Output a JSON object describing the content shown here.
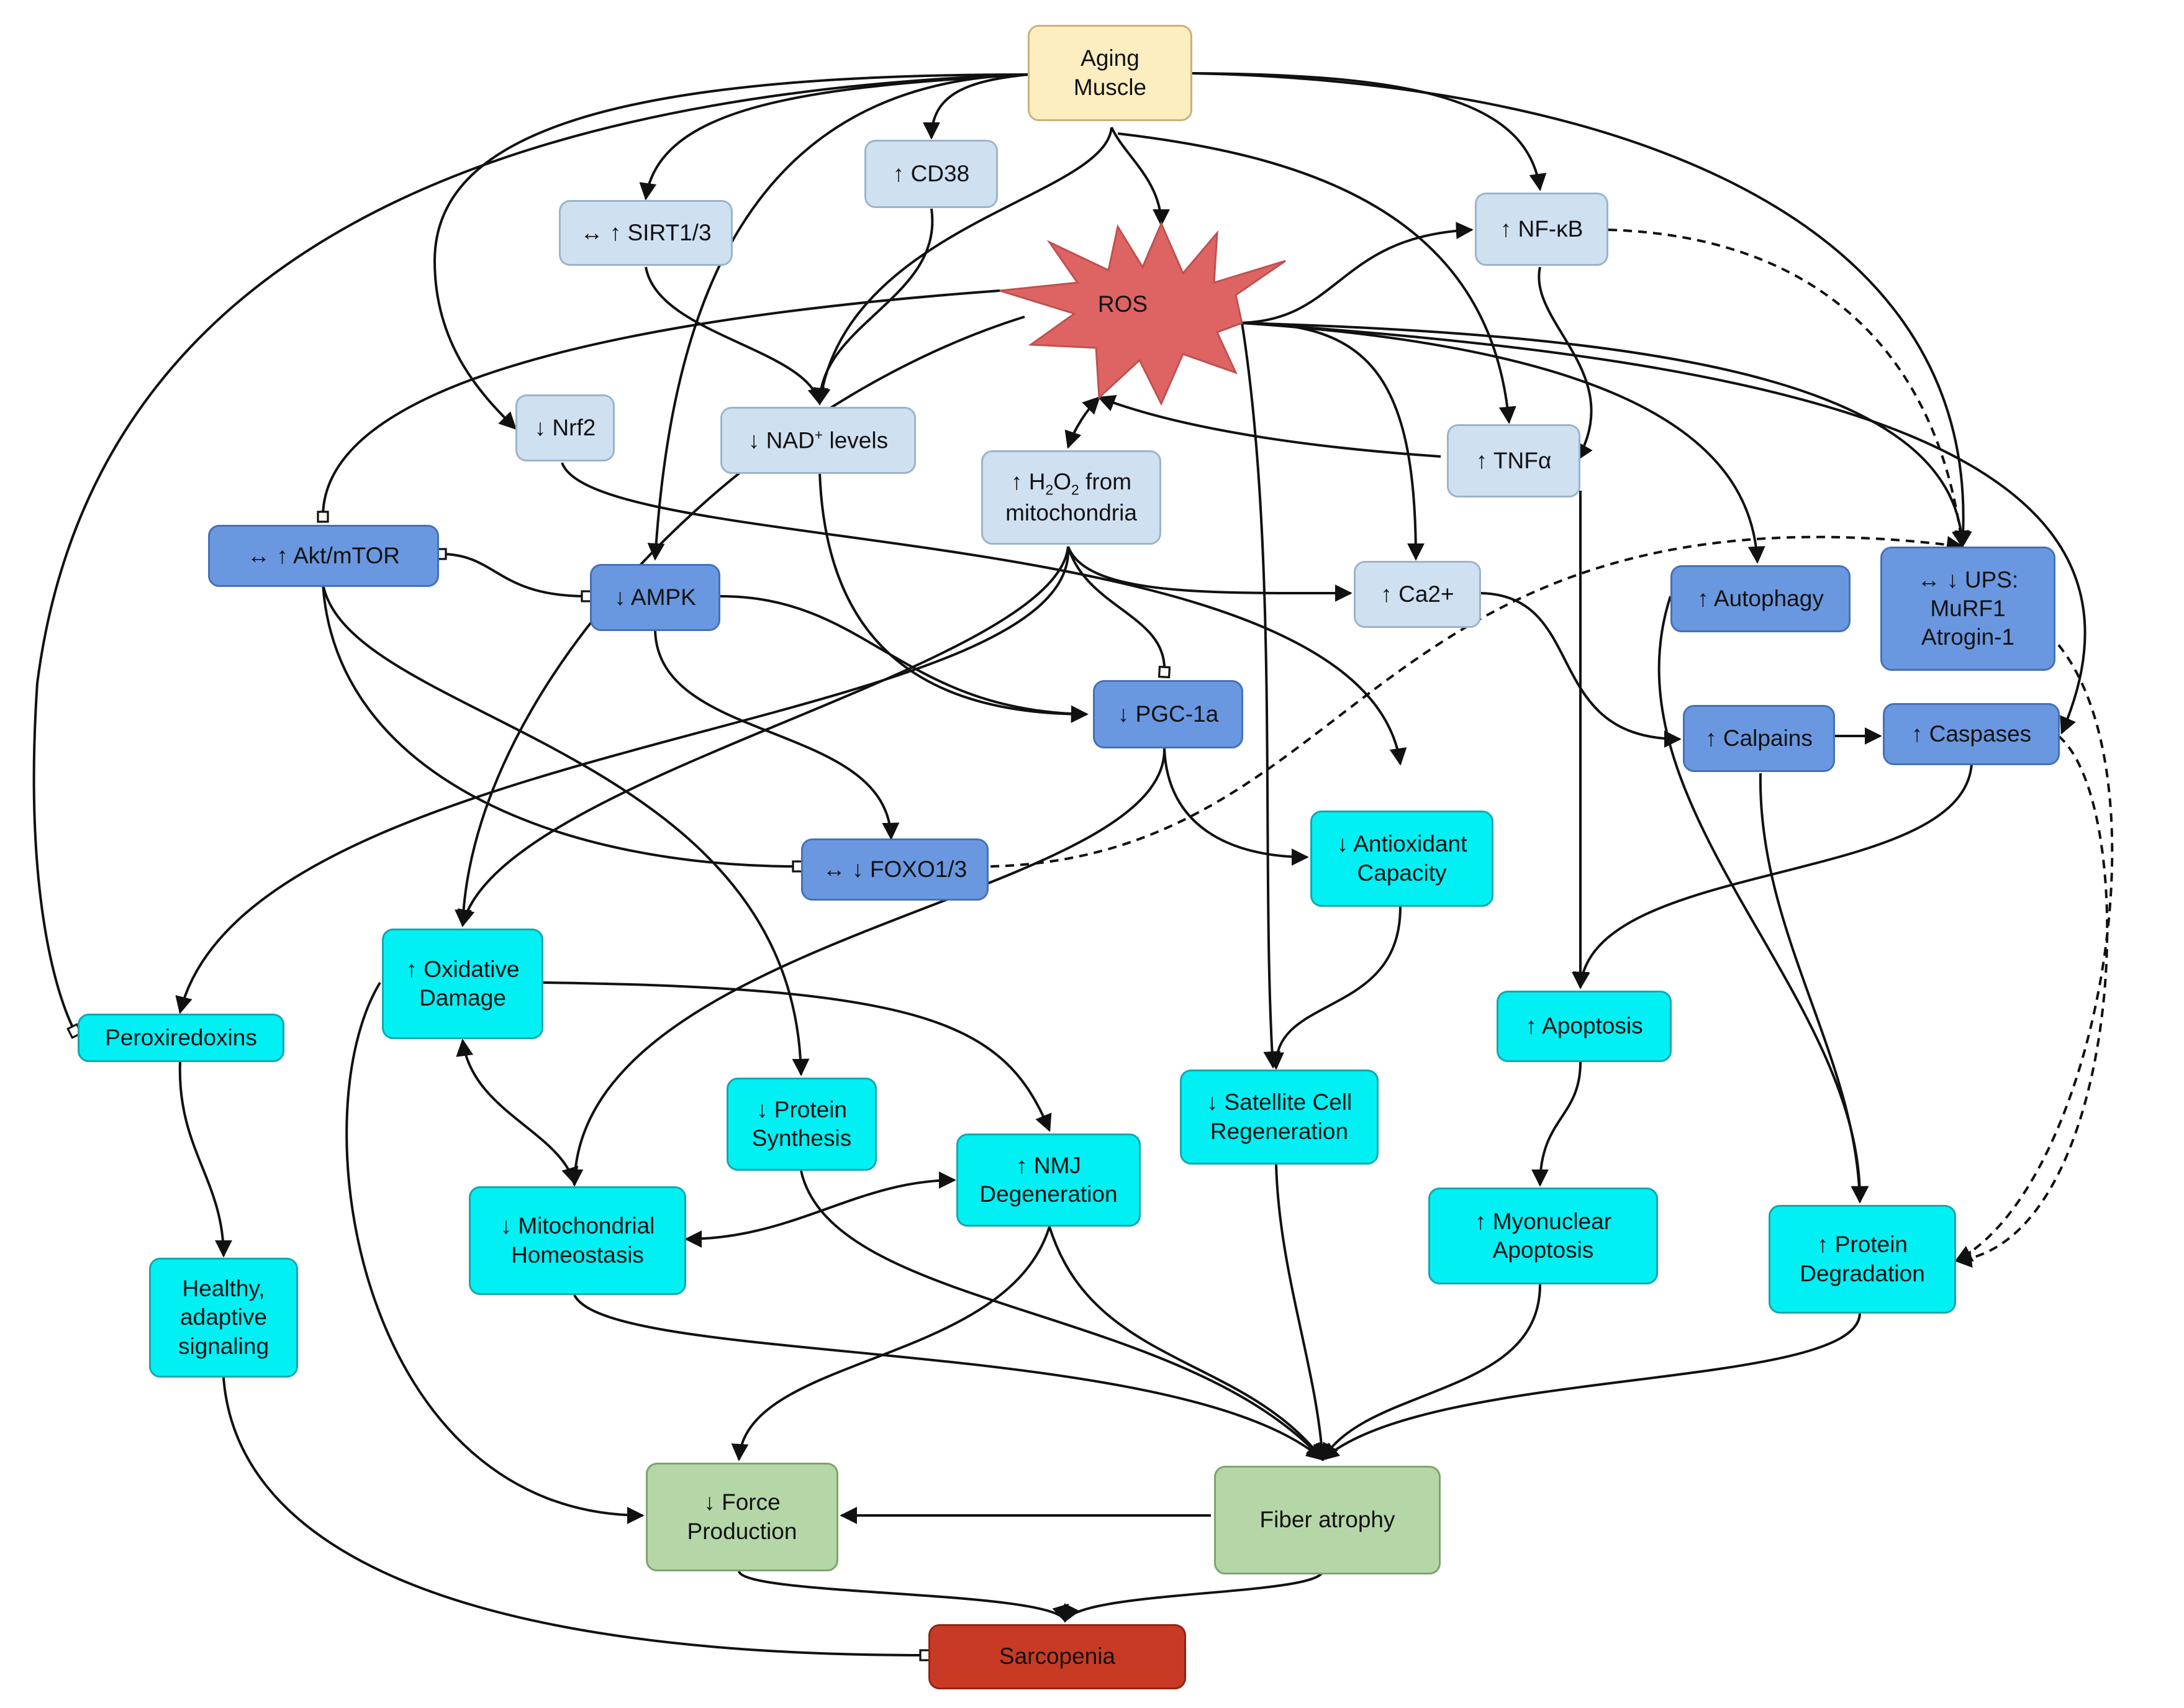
{
  "nodes": {
    "aging_muscle": "Aging\nMuscle",
    "cd38": "↑ CD38",
    "sirt": "↔ ↑ SIRT1/3",
    "ros": "ROS",
    "nfkb": "↑ NF-κB",
    "nrf2": "↓ Nrf2",
    "nad_pre": "↓ NAD",
    "nad_sup": "+",
    "nad_post": " levels",
    "h2o2_pre": "↑ H",
    "h2o2_sub1": "2",
    "h2o2_mid": "O",
    "h2o2_sub2": "2",
    "h2o2_post": " from",
    "h2o2_line2": "mitochondria",
    "tnfa": "↑ TNFα",
    "akt": "↔ ↑ Akt/mTOR",
    "ampk": "↓ AMPK",
    "ca2": "↑ Ca2+",
    "autophagy": "↑ Autophagy",
    "ups": "↔ ↓ UPS:\nMuRF1\nAtrogin-1",
    "pgc": "↓ PGC-1a",
    "calpains": "↑ Calpains",
    "caspases": "↑ Caspases",
    "antioxidant": "↓ Antioxidant\nCapacity",
    "foxo": "↔ ↓ FOXO1/3",
    "oxidative": "↑ Oxidative\nDamage",
    "peroxiredoxins": "Peroxiredoxins",
    "apoptosis": "↑ Apoptosis",
    "protein_synth": "↓ Protein\nSynthesis",
    "satellite": "↓ Satellite Cell\nRegeneration",
    "nmj": "↑ NMJ\nDegeneration",
    "mito": "↓ Mitochondrial\nHomeostasis",
    "myonuclear": "↑ Myonuclear\nApoptosis",
    "protein_deg": "↑ Protein\nDegradation",
    "healthy": "Healthy,\nadaptive\nsignaling",
    "force": "↓ Force\nProduction",
    "fiber": "Fiber atrophy",
    "sarcopenia": "Sarcopenia"
  },
  "colors": {
    "beige": "#fdeec2",
    "light_blue": "#cfe0f1",
    "medium_blue": "#6a98e0",
    "cyan": "#00f0f4",
    "green": "#b5d7a8",
    "red": "#c93a24",
    "ros_star": "#de6363"
  },
  "edges": [
    {
      "from": "aging_muscle",
      "to": "cd38",
      "type": "activate"
    },
    {
      "from": "aging_muscle",
      "to": "sirt",
      "type": "activate"
    },
    {
      "from": "aging_muscle",
      "to": "ros",
      "type": "activate"
    },
    {
      "from": "aging_muscle",
      "to": "nfkb",
      "type": "activate"
    },
    {
      "from": "aging_muscle",
      "to": "nrf2",
      "type": "activate"
    },
    {
      "from": "aging_muscle",
      "to": "nad",
      "type": "activate"
    },
    {
      "from": "aging_muscle",
      "to": "ampk",
      "type": "activate"
    },
    {
      "from": "aging_muscle",
      "to": "tnfa",
      "type": "activate"
    },
    {
      "from": "aging_muscle",
      "to": "ups",
      "type": "activate"
    },
    {
      "from": "aging_muscle",
      "to": "peroxiredoxins",
      "type": "modulate"
    },
    {
      "from": "cd38",
      "to": "nad",
      "type": "activate"
    },
    {
      "from": "sirt",
      "to": "nad",
      "type": "activate"
    },
    {
      "from": "ros",
      "to": "nfkb",
      "type": "activate"
    },
    {
      "from": "ros",
      "to": "akt",
      "type": "modulate"
    },
    {
      "from": "ros",
      "to": "oxidative",
      "type": "activate"
    },
    {
      "from": "ros",
      "to": "satellite",
      "type": "activate"
    },
    {
      "from": "ros",
      "to": "ca2",
      "type": "activate"
    },
    {
      "from": "ros",
      "to": "autophagy",
      "type": "activate"
    },
    {
      "from": "ros",
      "to": "ups",
      "type": "activate"
    },
    {
      "from": "ros",
      "to": "caspases",
      "type": "activate"
    },
    {
      "from": "h2o2",
      "to": "ros",
      "type": "bidirectional"
    },
    {
      "from": "tnfa",
      "to": "ros",
      "type": "activate"
    },
    {
      "from": "nfkb",
      "to": "ups",
      "type": "dashed"
    },
    {
      "from": "nfkb",
      "to": "tnfa",
      "type": "activate"
    },
    {
      "from": "tnfa",
      "to": "apoptosis",
      "type": "activate"
    },
    {
      "from": "nrf2",
      "to": "antioxidant",
      "type": "activate"
    },
    {
      "from": "nad",
      "to": "pgc",
      "type": "activate"
    },
    {
      "from": "h2o2",
      "to": "ca2",
      "type": "activate"
    },
    {
      "from": "h2o2",
      "to": "pgc",
      "type": "modulate"
    },
    {
      "from": "h2o2",
      "to": "peroxiredoxins",
      "type": "activate"
    },
    {
      "from": "h2o2",
      "to": "oxidative",
      "type": "activate"
    },
    {
      "from": "akt",
      "to": "ampk",
      "type": "modulate"
    },
    {
      "from": "akt",
      "to": "foxo",
      "type": "modulate"
    },
    {
      "from": "akt",
      "to": "protein_synth",
      "type": "activate"
    },
    {
      "from": "ampk",
      "to": "pgc",
      "type": "activate"
    },
    {
      "from": "ampk",
      "to": "foxo",
      "type": "activate"
    },
    {
      "from": "foxo",
      "to": "ups",
      "type": "dashed"
    },
    {
      "from": "ca2",
      "to": "calpains",
      "type": "activate"
    },
    {
      "from": "calpains",
      "to": "caspases",
      "type": "activate"
    },
    {
      "from": "calpains",
      "to": "protein_deg",
      "type": "activate"
    },
    {
      "from": "autophagy",
      "to": "protein_deg",
      "type": "activate"
    },
    {
      "from": "ups",
      "to": "protein_deg",
      "type": "dashed"
    },
    {
      "from": "caspases",
      "to": "protein_deg",
      "type": "dashed"
    },
    {
      "from": "caspases",
      "to": "apoptosis",
      "type": "activate"
    },
    {
      "from": "pgc",
      "to": "antioxidant",
      "type": "activate"
    },
    {
      "from": "pgc",
      "to": "mito",
      "type": "activate"
    },
    {
      "from": "antioxidant",
      "to": "satellite",
      "type": "activate"
    },
    {
      "from": "oxidative",
      "to": "mito",
      "type": "bidirectional"
    },
    {
      "from": "oxidative",
      "to": "nmj",
      "type": "activate"
    },
    {
      "from": "oxidative",
      "to": "force",
      "type": "activate"
    },
    {
      "from": "mito",
      "to": "nmj",
      "type": "bidirectional"
    },
    {
      "from": "peroxiredoxins",
      "to": "healthy",
      "type": "activate"
    },
    {
      "from": "apoptosis",
      "to": "myonuclear",
      "type": "activate"
    },
    {
      "from": "protein_synth",
      "to": "fiber",
      "type": "activate"
    },
    {
      "from": "nmj",
      "to": "fiber",
      "type": "activate"
    },
    {
      "from": "nmj",
      "to": "force",
      "type": "activate"
    },
    {
      "from": "mito",
      "to": "fiber",
      "type": "activate"
    },
    {
      "from": "satellite",
      "to": "fiber",
      "type": "activate"
    },
    {
      "from": "myonuclear",
      "to": "fiber",
      "type": "activate"
    },
    {
      "from": "protein_deg",
      "to": "fiber",
      "type": "activate"
    },
    {
      "from": "fiber",
      "to": "force",
      "type": "activate"
    },
    {
      "from": "force",
      "to": "sarcopenia",
      "type": "activate"
    },
    {
      "from": "fiber",
      "to": "sarcopenia",
      "type": "activate"
    },
    {
      "from": "healthy",
      "to": "sarcopenia",
      "type": "modulate"
    }
  ]
}
